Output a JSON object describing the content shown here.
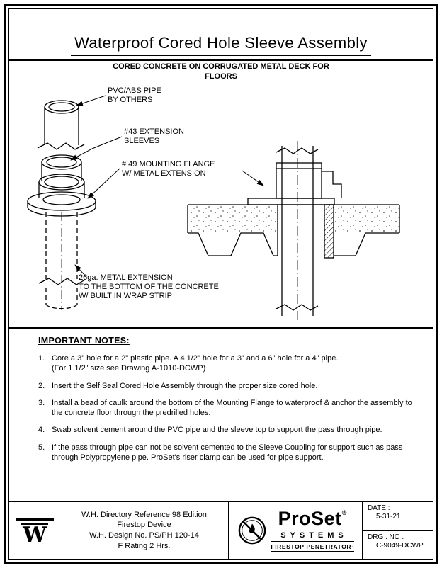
{
  "page": {
    "title": "Waterproof Cored Hole Sleeve Assembly",
    "subtitle": "CORED CONCRETE ON CORRUGATED METAL DECK FOR\nFLOORS"
  },
  "diagram": {
    "labels": {
      "pipe": "PVC/ABS PIPE\nBY OTHERS",
      "sleeves": "#43 EXTENSION\nSLEEVES",
      "flange": "# 49 MOUNTING FLANGE\nW/ METAL EXTENSION",
      "extension": "26ga. METAL EXTENSION\nTO THE BOTTOM OF THE CONCRETE\nW/ BUILT IN WRAP STRIP"
    }
  },
  "notes": {
    "heading": "IMPORTANT NOTES:",
    "items": [
      {
        "num": "1.",
        "text": "Core a 3\" hole for a 2\" plastic pipe.  A 4 1/2\" hole for a 3\" and a 6\" hole for a 4\" pipe.\n(For 1 1/2\" size see Drawing A-1010-DCWP)"
      },
      {
        "num": "2.",
        "text": "Insert the Self Seal Cored Hole Assembly through the proper size cored hole."
      },
      {
        "num": "3.",
        "text": "Install a bead of caulk around the bottom of the Mounting Flange to waterproof & anchor the assembly to the concrete floor through the predrilled holes."
      },
      {
        "num": "4.",
        "text": "Swab solvent cement around the PVC pipe and the sleeve top to support the pass through pipe."
      },
      {
        "num": "5.",
        "text": "If the pass through pipe can not be solvent cemented to the Sleeve Coupling for support such as pass through Polypropylene pipe.  ProSet's riser clamp can be used for pipe support."
      }
    ]
  },
  "footer": {
    "wh": {
      "line1": "W.H. Directory Reference 98 Edition",
      "line2": "Firestop Device",
      "line3": "W.H. Design No. PS/PH 120-14",
      "line4": "F Rating 2 Hrs."
    },
    "brand": {
      "name": "ProSet",
      "registered": "®",
      "systems": "SYSTEMS",
      "tagline": "FIRESTOP  PENETRATOR·"
    },
    "date_label": "DATE :",
    "date_value": "5-31-21",
    "drg_label": "DRG . NO .",
    "drg_value": "C-9049-DCWP"
  },
  "colors": {
    "ink": "#000000",
    "paper": "#ffffff"
  }
}
